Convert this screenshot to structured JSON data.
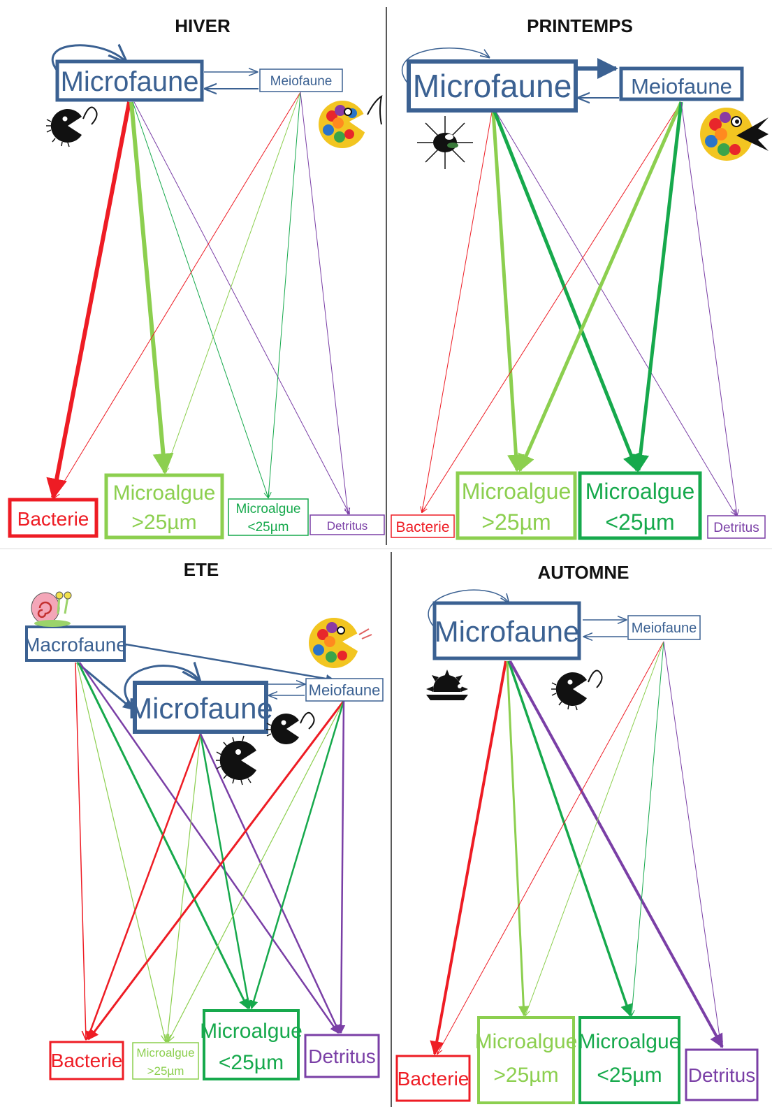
{
  "colors": {
    "microfauna": "#3b6192",
    "bacteria": "#ee1c24",
    "algae_large": "#8ccf4f",
    "algae_small": "#16a94c",
    "detritus": "#7a3fa6",
    "divider": "#222222"
  },
  "panels": [
    {
      "title": "HIVER",
      "nodes": {
        "microfaune": "Microfaune",
        "meiofaune": "Meiofaune",
        "bacterie": "Bacterie",
        "algue_large": [
          "Microalgue",
          ">25µm"
        ],
        "algue_small": [
          "Microalgue",
          "<25µm"
        ],
        "detritus": "Detritus"
      },
      "icons": [
        "pacman-ciliate-icon",
        "multicolor-pacman-icon"
      ]
    },
    {
      "title": "PRINTEMPS",
      "nodes": {
        "microfaune": "Microfaune",
        "meiofaune": "Meiofaune",
        "bacterie": "Bacterie",
        "algue_large": [
          "Microalgue",
          ">25µm"
        ],
        "algue_small": [
          "Microalgue",
          "<25µm"
        ],
        "detritus": "Detritus"
      },
      "icons": [
        "spiky-organism-icon",
        "multicolor-pacman-icon"
      ]
    },
    {
      "title": "ETE",
      "nodes": {
        "macrofaune": "Macrofaune",
        "microfaune": "Microfaune",
        "meiofaune": "Meiofaune",
        "bacterie": "Bacterie",
        "algue_large": [
          "Microalgue",
          ">25µm"
        ],
        "algue_small": [
          "Microalgue",
          "<25µm"
        ],
        "detritus": "Detritus"
      },
      "icons": [
        "snail-icon",
        "multicolor-pacman-icon",
        "pacman-ciliate-icon",
        "hairy-pacman-icon"
      ]
    },
    {
      "title": "AUTOMNE",
      "nodes": {
        "microfaune": "Microfaune",
        "meiofaune": "Meiofaune",
        "bacterie": "Bacterie",
        "algue_large": [
          "Microalgue",
          ">25µm"
        ],
        "algue_small": [
          "Microalgue",
          "<25µm"
        ],
        "detritus": "Detritus"
      },
      "icons": [
        "cog-shaped-organism-icon",
        "pacman-ciliate-icon"
      ]
    }
  ]
}
